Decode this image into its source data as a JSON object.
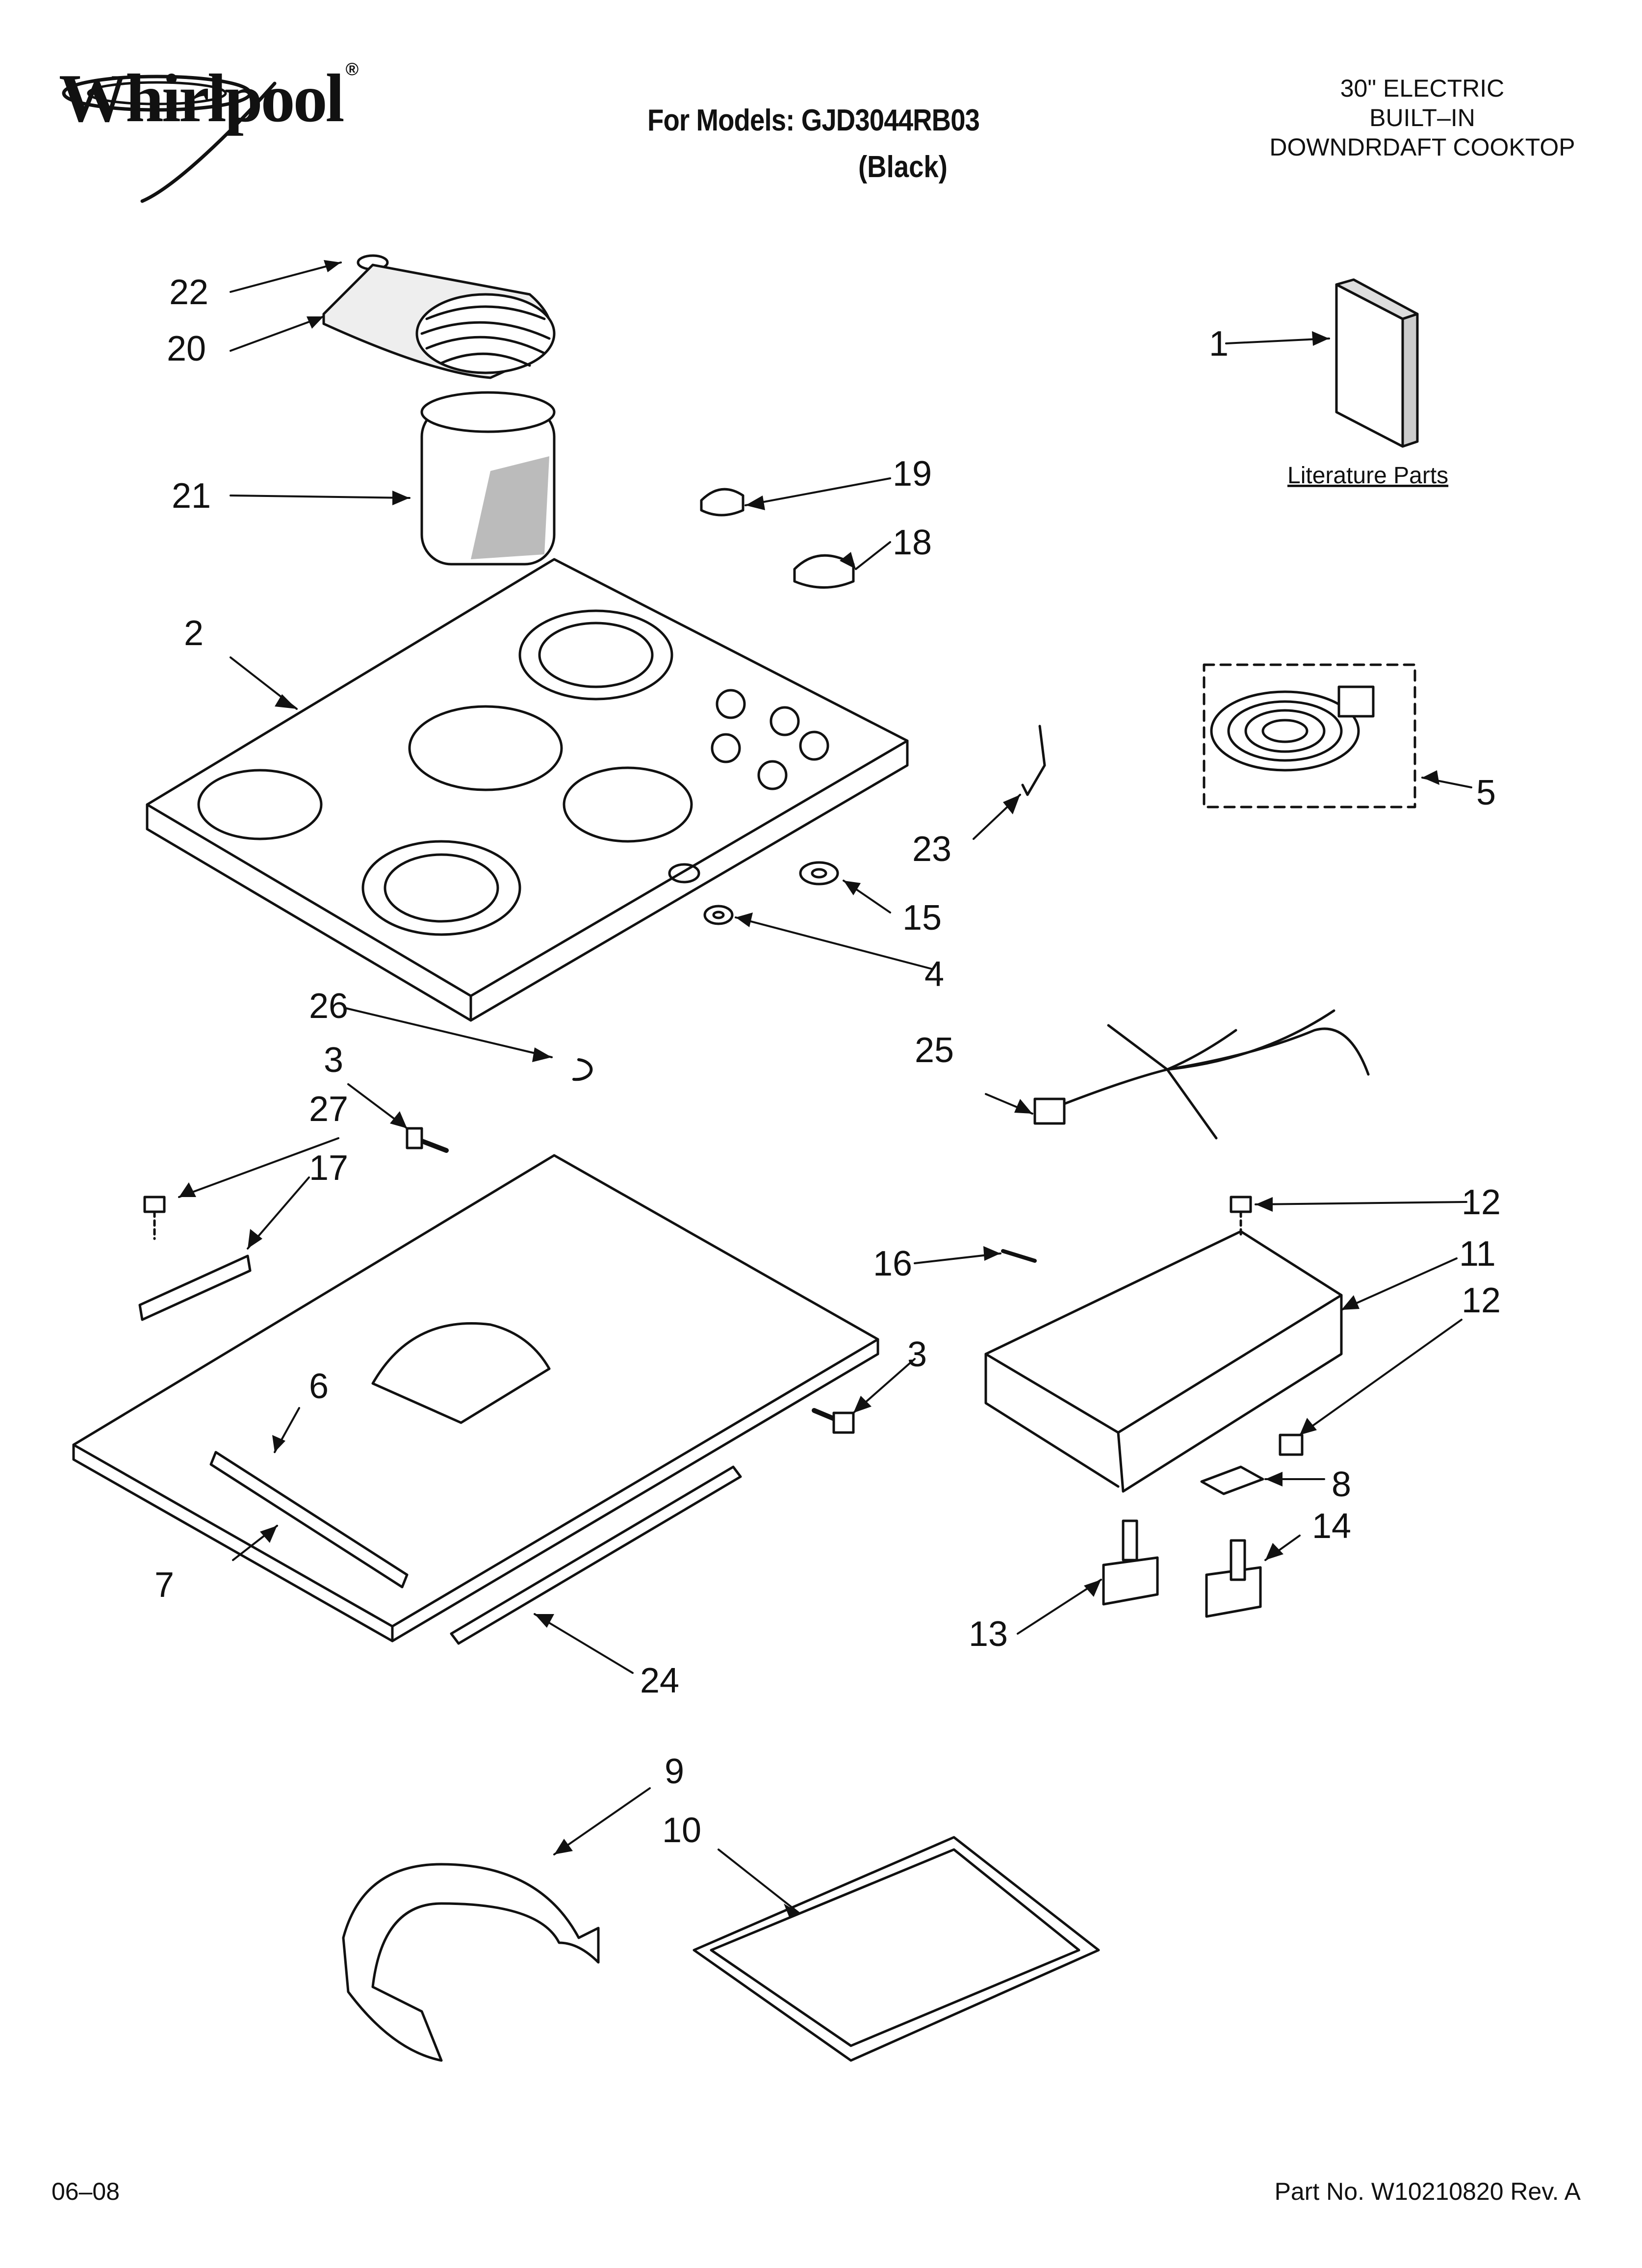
{
  "brand": {
    "name": "Whirlpool",
    "mark": "®"
  },
  "header": {
    "title": "For Models: GJD3044RB03",
    "subtitle": "(Black)",
    "description": [
      "30\" ELECTRIC",
      "BUILT–IN",
      "DOWNDRDAFT COOKTOP"
    ]
  },
  "literature_label": "Literature Parts",
  "callouts": [
    "1",
    "2",
    "3",
    "3",
    "4",
    "5",
    "6",
    "7",
    "8",
    "9",
    "10",
    "11",
    "12",
    "12",
    "13",
    "14",
    "15",
    "16",
    "17",
    "18",
    "19",
    "20",
    "21",
    "22",
    "23",
    "24",
    "25",
    "26",
    "27"
  ],
  "footer": {
    "date": "06–08",
    "part_no": "Part No. W10210820 Rev. A"
  }
}
